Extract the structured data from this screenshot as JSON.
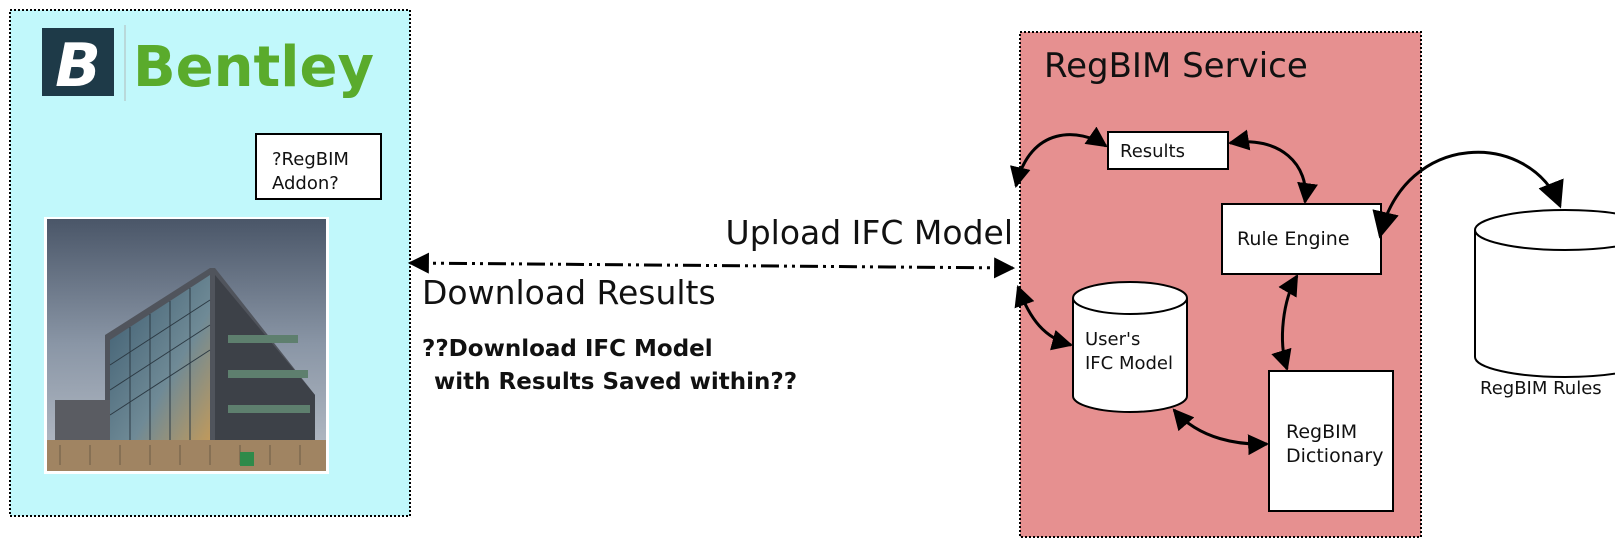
{
  "logo": {
    "brand": "Bentley",
    "mark": "B",
    "accent": "#5aab2c",
    "tile": "#1e3a48"
  },
  "client": {
    "addon_label_line1": "?RegBIM",
    "addon_label_line2": "Addon?",
    "panel_color": "#c1f8fb",
    "photo": "building-photo"
  },
  "connection": {
    "upload": "Upload IFC Model",
    "download": "Download Results",
    "note_line1": "??Download IFC Model",
    "note_line2": "with Results Saved within??"
  },
  "service": {
    "title": "RegBIM Service",
    "panel_color": "#e69090",
    "results": "Results",
    "rule_engine": "Rule Engine",
    "user_model_line1": "User's",
    "user_model_line2": "IFC Model",
    "dictionary_line1": "RegBIM",
    "dictionary_line2": "Dictionary"
  },
  "external": {
    "rules": "RegBIM Rules"
  }
}
